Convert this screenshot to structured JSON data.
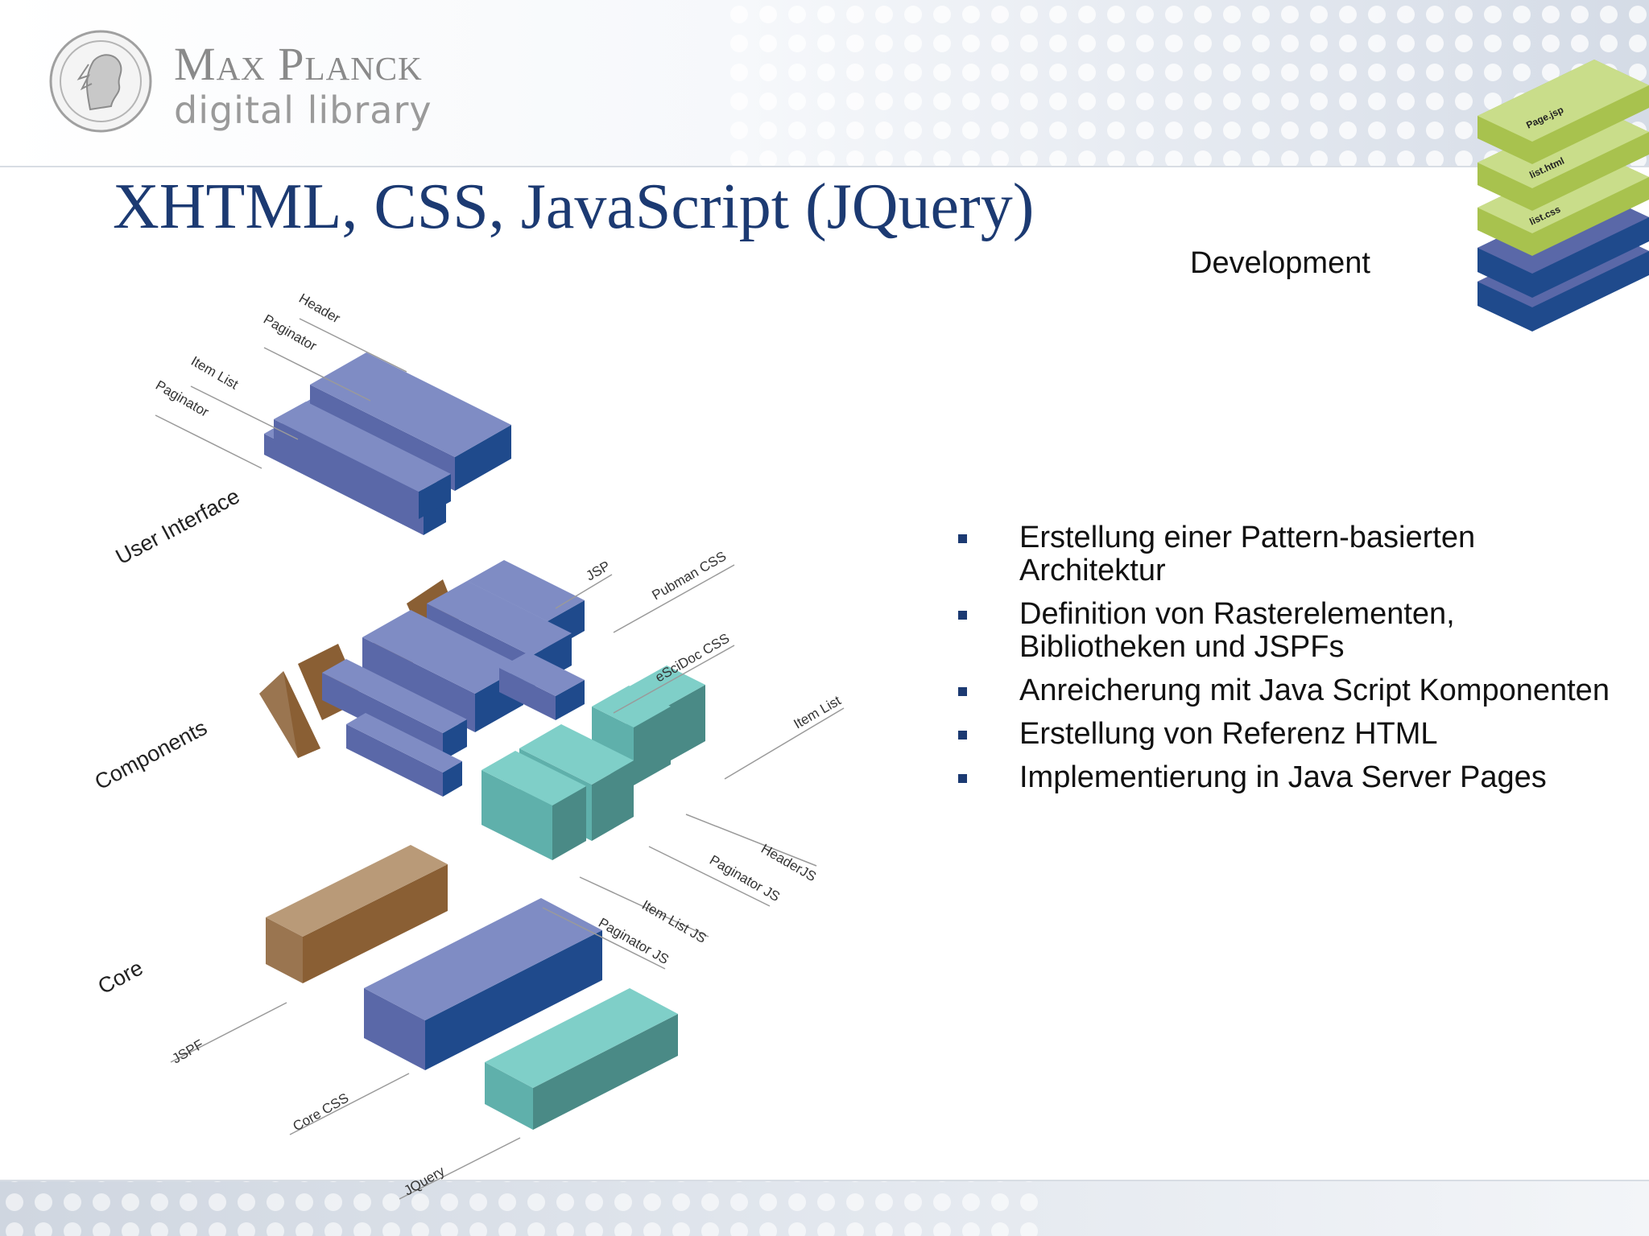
{
  "logo": {
    "line1": "Max Planck",
    "line2": "digital library"
  },
  "title": "XHTML, CSS, JavaScript (JQuery)",
  "development_label": "Development",
  "stack_labels": [
    "Page.jsp",
    "list.html",
    "list.css"
  ],
  "bullets": [
    "Erstellung einer Pattern-basierten Architektur",
    "Definition von Rasterelementen, Bibliotheken und JSPFs",
    "Anreicherung mit Java Script Komponenten",
    "Erstellung von Referenz HTML",
    "Implementierung in Java Server Pages"
  ],
  "layers": {
    "user_interface": "User Interface",
    "components": "Components",
    "core": "Core"
  },
  "ui_labels": {
    "header": "Header",
    "paginator_top": "Paginator",
    "item_list": "Item List",
    "paginator": "Paginator"
  },
  "component_labels": {
    "jsp": "JSP",
    "pubman_css": "Pubman CSS",
    "escidoc_css": "eSciDoc CSS",
    "item_list": "Item List",
    "header_js": "HeaderJS",
    "paginator_js_1": "Paginator JS",
    "item_list_js": "Item List JS",
    "paginator_js_2": "Paginator JS"
  },
  "core_labels": {
    "jspf": "JSPF",
    "core_css": "Core CSS",
    "jquery": "JQuery"
  },
  "colors": {
    "title": "#1c3a72",
    "blue_top": "#7f8cc4",
    "blue_left": "#5a68a8",
    "blue_right": "#1f4a8c",
    "teal_top": "#7fcfc8",
    "teal_left": "#5fb0ab",
    "teal_right": "#4a8a86",
    "brown_top": "#b99a78",
    "brown_left": "#9a7550",
    "brown_right": "#8a5f34",
    "green_top": "#c9dd8a",
    "green_side": "#a8c24e"
  }
}
